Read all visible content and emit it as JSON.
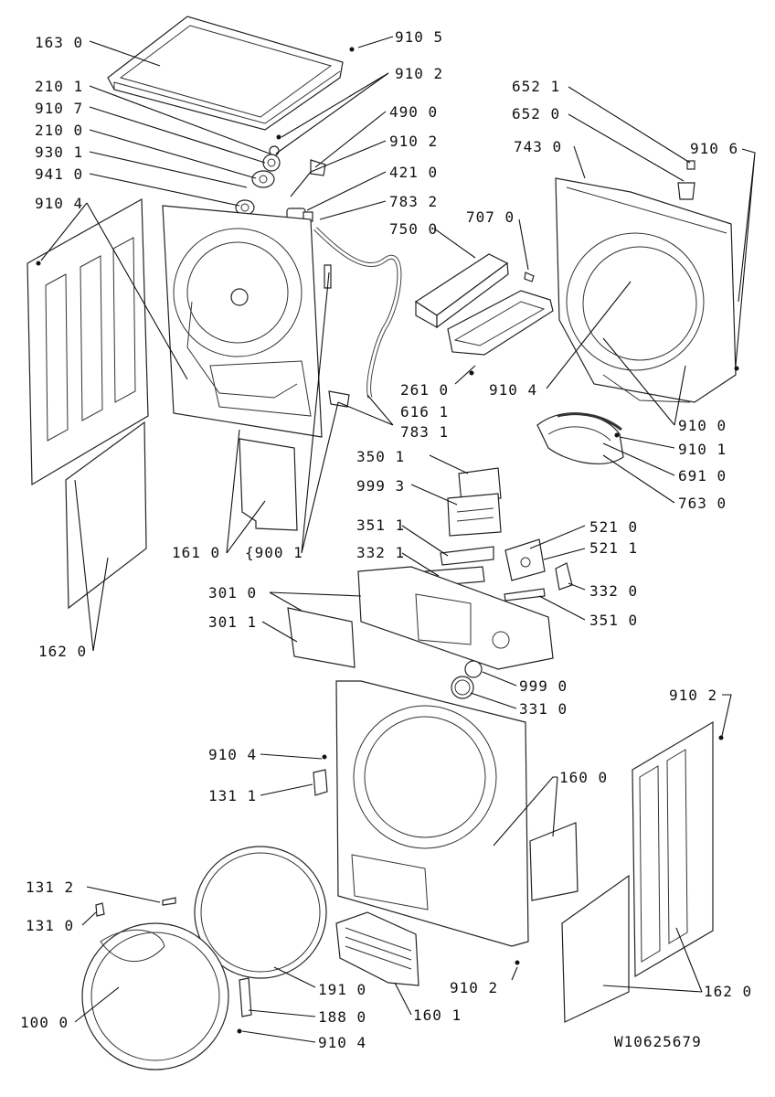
{
  "diagram": {
    "drawing_number": "W10625679",
    "labels": [
      {
        "id": "l1630",
        "text": "163 0"
      },
      {
        "id": "l9105",
        "text": "910 5"
      },
      {
        "id": "l2101",
        "text": "210 1"
      },
      {
        "id": "l9102a",
        "text": "910 2"
      },
      {
        "id": "l9107",
        "text": "910 7"
      },
      {
        "id": "l4900",
        "text": "490 0"
      },
      {
        "id": "l2100",
        "text": "210 0"
      },
      {
        "id": "l9102b",
        "text": "910 2"
      },
      {
        "id": "l9301",
        "text": "930 1"
      },
      {
        "id": "l4210",
        "text": "421 0"
      },
      {
        "id": "l9410",
        "text": "941 0"
      },
      {
        "id": "l7832",
        "text": "783 2"
      },
      {
        "id": "l9104a",
        "text": "910 4"
      },
      {
        "id": "l7500",
        "text": "750 0"
      },
      {
        "id": "l7070",
        "text": "707 0"
      },
      {
        "id": "l6521",
        "text": "652 1"
      },
      {
        "id": "l6520",
        "text": "652 0"
      },
      {
        "id": "l9106",
        "text": "910 6"
      },
      {
        "id": "l7430",
        "text": "743 0"
      },
      {
        "id": "l2610",
        "text": "261 0"
      },
      {
        "id": "l9104b",
        "text": "910 4"
      },
      {
        "id": "l6161",
        "text": "616 1"
      },
      {
        "id": "l7831",
        "text": "783 1"
      },
      {
        "id": "l9100",
        "text": "910 0"
      },
      {
        "id": "l9101",
        "text": "910 1"
      },
      {
        "id": "l3501",
        "text": "350 1"
      },
      {
        "id": "l6910",
        "text": "691 0"
      },
      {
        "id": "l9993",
        "text": "999 3"
      },
      {
        "id": "l7630",
        "text": "763 0"
      },
      {
        "id": "l5210",
        "text": "521 0"
      },
      {
        "id": "l3511",
        "text": "351 1"
      },
      {
        "id": "l1610",
        "text": "161 0"
      },
      {
        "id": "l9001",
        "text": "{900 1"
      },
      {
        "id": "l5211",
        "text": "521 1"
      },
      {
        "id": "l3321",
        "text": "332 1"
      },
      {
        "id": "l3320",
        "text": "332 0"
      },
      {
        "id": "l3010",
        "text": "301 0"
      },
      {
        "id": "l3510",
        "text": "351 0"
      },
      {
        "id": "l3011",
        "text": "301 1"
      },
      {
        "id": "l1620a",
        "text": "162 0"
      },
      {
        "id": "l9990",
        "text": "999 0"
      },
      {
        "id": "l3310",
        "text": "331 0"
      },
      {
        "id": "l9102c",
        "text": "910 2"
      },
      {
        "id": "l9104c",
        "text": "910 4"
      },
      {
        "id": "l1600",
        "text": "160 0"
      },
      {
        "id": "l1311",
        "text": "131 1"
      },
      {
        "id": "l1312",
        "text": "131 2"
      },
      {
        "id": "l1310",
        "text": "131 0"
      },
      {
        "id": "l1910",
        "text": "191 0"
      },
      {
        "id": "l9102d",
        "text": "910 2"
      },
      {
        "id": "l1620b",
        "text": "162 0"
      },
      {
        "id": "l1000",
        "text": "100 0"
      },
      {
        "id": "l1880",
        "text": "188 0"
      },
      {
        "id": "l1601",
        "text": "160 1"
      },
      {
        "id": "l9104d",
        "text": "910 4"
      }
    ]
  }
}
